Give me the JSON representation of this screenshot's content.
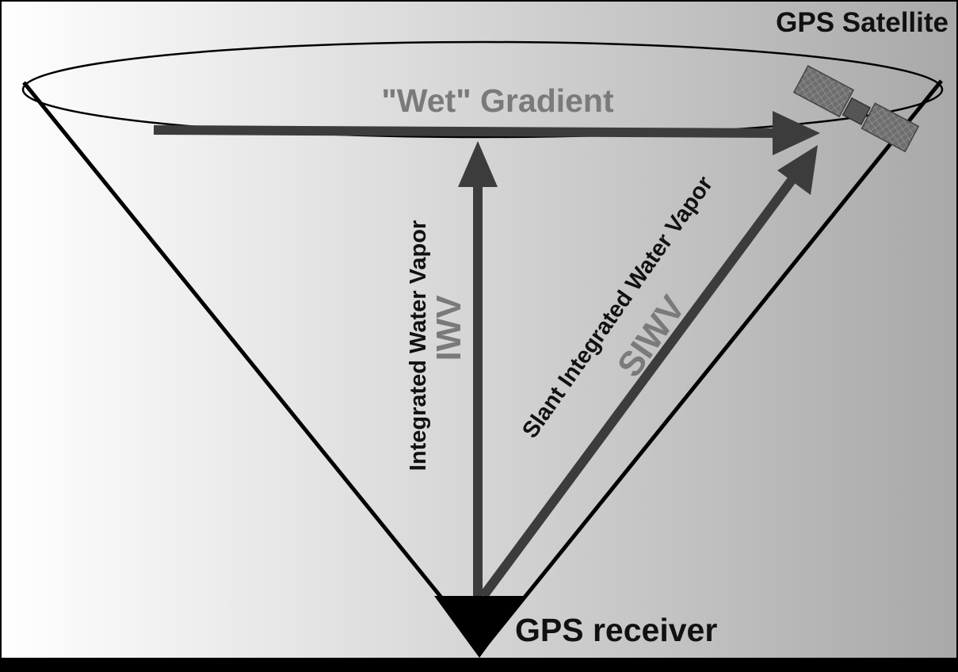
{
  "labels": {
    "satellite": "GPS Satellite",
    "wet_gradient": "\"Wet\" Gradient",
    "iwv_full": "Integrated Water Vapor",
    "iwv_abbrev": "IWV",
    "siwv_full": "Slant Integrated Water Vapor",
    "siwv_abbrev": "SIWV",
    "receiver": "GPS receiver"
  },
  "colors": {
    "background_light": "#ffffff",
    "background_dark": "#a9a9a9",
    "arrow": "#3c3c3c",
    "label_grey": "#7a7a7a",
    "outline": "#000000"
  },
  "icons": {
    "satellite": "satellite-icon",
    "receiver": "receiver-triangle-icon"
  }
}
